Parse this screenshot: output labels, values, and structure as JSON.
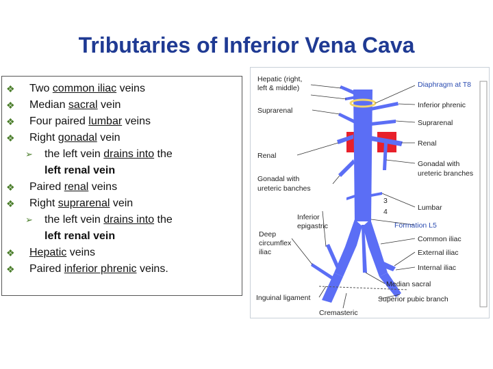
{
  "title": "Tributaries of Inferior Vena Cava",
  "bullets": {
    "b1": {
      "pre": "Two ",
      "u": "common iliac",
      "post": " veins"
    },
    "b2": {
      "pre": "Median ",
      "u": "sacral",
      "post": " vein"
    },
    "b3": {
      "pre": "Four paired ",
      "u": "lumbar",
      "post": " veins"
    },
    "b4": {
      "pre": "Right ",
      "u": "gonadal",
      "post": " vein"
    },
    "b4sub": {
      "pre": "the left vein ",
      "u": "drains into",
      "post": " the",
      "bold": "left renal vein"
    },
    "b5": {
      "pre": "Paired ",
      "u": "renal",
      "post": " veins"
    },
    "b6": {
      "pre": "Right ",
      "u": "suprarenal",
      "post": " vein"
    },
    "b6sub": {
      "pre": "the left vein ",
      "u": "drains into",
      "post": " the",
      "bold": "left renal vein"
    },
    "b7": {
      "pre": "",
      "u": "Hepatic",
      "post": " veins"
    },
    "b8": {
      "pre": "Paired ",
      "u": "inferior phrenic",
      "post": " veins."
    }
  },
  "diagram": {
    "left_labels": {
      "hepatic": [
        "Hepatic (right,",
        "left & middle)"
      ],
      "suprarenal": "Suprarenal",
      "renal": "Renal",
      "gonadal": [
        "Gonadal with",
        "ureteric banches"
      ],
      "inferior_epigastric": [
        "Inferior",
        "epigastric"
      ],
      "deep_circumflex": [
        "Deep",
        "circumflex",
        "iliac"
      ],
      "inguinal": "Inguinal ligament",
      "cremasteric": "Cremasteric"
    },
    "right_labels": {
      "diaphragm": "Diaphragm at T8",
      "inferior_phrenic": "Inferior phrenic",
      "suprarenal": "Suprarenal",
      "renal": "Renal",
      "gonadal": [
        "Gonadal with",
        "ureteric branches"
      ],
      "lumbar": "Lumbar",
      "lumbar_3": "3",
      "lumbar_4": "4",
      "formation": "Formation L5",
      "common_iliac": "Common iliac",
      "external_iliac": "External iliac",
      "internal_iliac": "Internal iliac",
      "median_sacral": "Median sacral",
      "superior_pubic": "Superior pubic branch"
    },
    "colors": {
      "vein": "#5b6ef5",
      "kidney": "#e8202a",
      "blue_label": "#2a4bb0",
      "diaphragm": "#f2d56b"
    }
  }
}
